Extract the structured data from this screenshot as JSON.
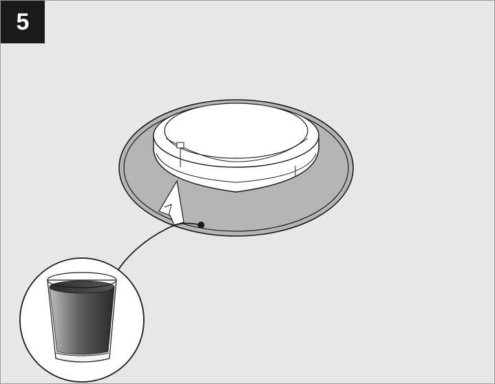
{
  "step": {
    "number": "5"
  },
  "colors": {
    "background": "#e6e7e9",
    "badge": "#1a1a1a",
    "trim_ring": "#b5b5b5",
    "line": "#1a1a1a"
  },
  "illustration": {
    "subject": "recessed-fixture",
    "callout": "cup-of-liquid"
  }
}
